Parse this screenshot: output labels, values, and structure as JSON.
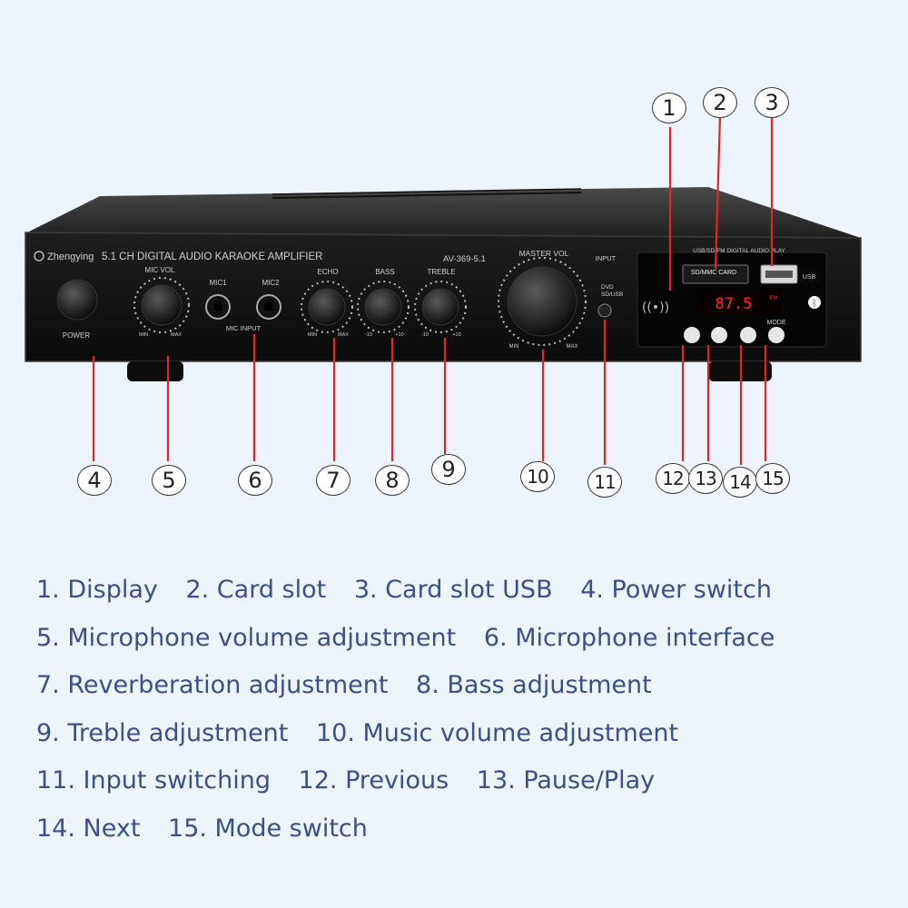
{
  "device": {
    "brand": "Zhengying",
    "title": "5.1 CH DIGITAL AUDIO KARAOKE AMPLIFIER",
    "model": "AV-369-5.1",
    "panel_labels": {
      "power": "POWER",
      "mic_vol": "MIC VOL",
      "mic1": "MIC1",
      "mic2": "MIC2",
      "mic_input": "MIC INPUT",
      "echo": "ECHO",
      "bass": "BASS",
      "treble": "TREBLE",
      "master_vol": "MASTER VOL",
      "input": "INPUT",
      "dvd": "DVD",
      "sd_usb": "SD/USB",
      "usb_header": "USB/SD/FM DIGITAL AUDIO PLAY",
      "card_slot": "SD/MMC CARD",
      "usb": "USB",
      "mode": "MODE",
      "min": "MIN",
      "max": "MAX",
      "minus10": "-10",
      "plus10": "+10",
      "display": "87.5",
      "fm": "FM"
    }
  },
  "callouts": [
    "1",
    "2",
    "3",
    "4",
    "5",
    "6",
    "7",
    "8",
    "9",
    "10",
    "11",
    "12",
    "13",
    "14",
    "15"
  ],
  "legend": [
    [
      "1. Display",
      "2. Card slot",
      "3. Card slot USB",
      "4. Power switch"
    ],
    [
      "5. Microphone volume adjustment",
      "6. Microphone interface"
    ],
    [
      "7. Reverberation adjustment",
      "8. Bass adjustment"
    ],
    [
      "9. Treble adjustment",
      "10. Music volume adjustment"
    ],
    [
      "11. Input switching",
      "12. Previous",
      "13. Pause/Play"
    ],
    [
      "14. Next",
      "15. Mode switch"
    ]
  ],
  "colors": {
    "pointer": "#e0242b",
    "legend_text": "#3c4f88"
  }
}
